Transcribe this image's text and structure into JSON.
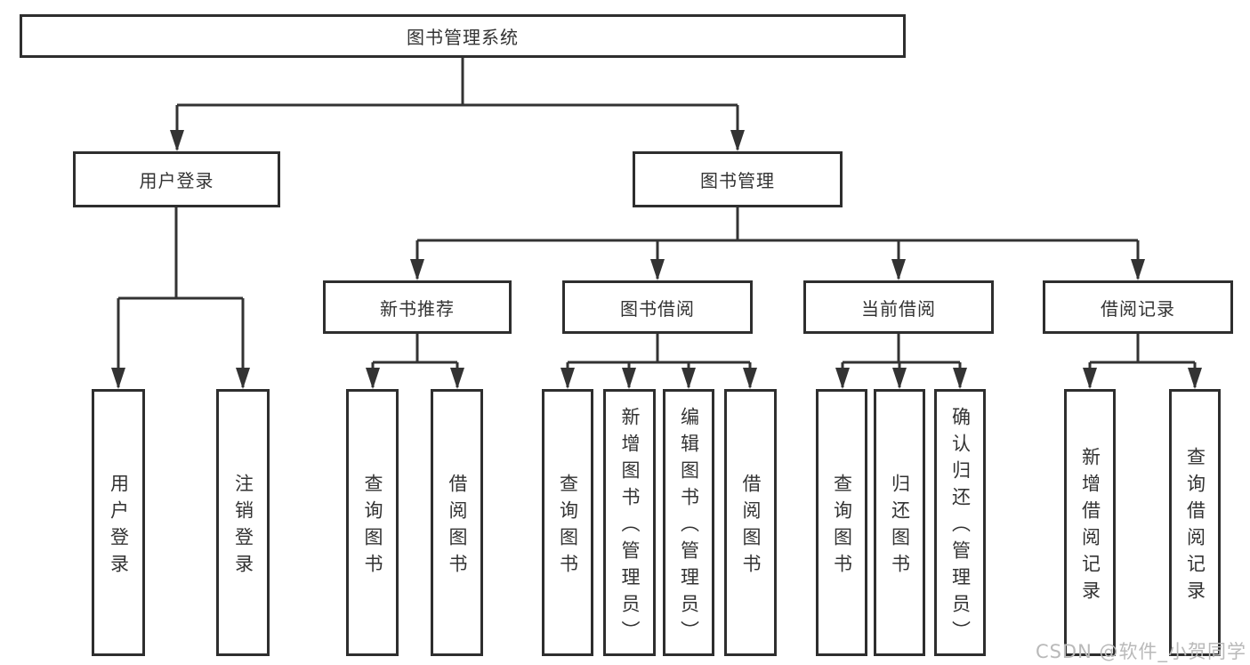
{
  "diagram_title": "图书管理系统",
  "tree": {
    "root": {
      "label": "图书管理系统"
    },
    "user_login": {
      "label": "用户登录",
      "children": [
        {
          "label": "用户登录"
        },
        {
          "label": "注销登录"
        }
      ]
    },
    "book_mgmt": {
      "label": "图书管理",
      "children": {
        "new_books": {
          "label": "新书推荐",
          "children": [
            {
              "label": "查询图书"
            },
            {
              "label": "借阅图书"
            }
          ]
        },
        "book_borrow": {
          "label": "图书借阅",
          "children": [
            {
              "label": "查询图书"
            },
            {
              "label": "新增图书（管理员）"
            },
            {
              "label": "编辑图书（管理员）"
            },
            {
              "label": "借阅图书"
            }
          ]
        },
        "current_borrow": {
          "label": "当前借阅",
          "children": [
            {
              "label": "查询图书"
            },
            {
              "label": "归还图书"
            },
            {
              "label": "确认归还（管理员）"
            }
          ]
        },
        "borrow_records": {
          "label": "借阅记录",
          "children": [
            {
              "label": "新增借阅记录"
            },
            {
              "label": "查询借阅记录"
            }
          ]
        }
      }
    }
  },
  "watermark": "CSDN @软件_小贺同学",
  "colors": {
    "line": "#333333",
    "box_border": "#2e2e2e",
    "background": "#ffffff",
    "text": "#333333",
    "watermark": "#b9b9b9"
  }
}
